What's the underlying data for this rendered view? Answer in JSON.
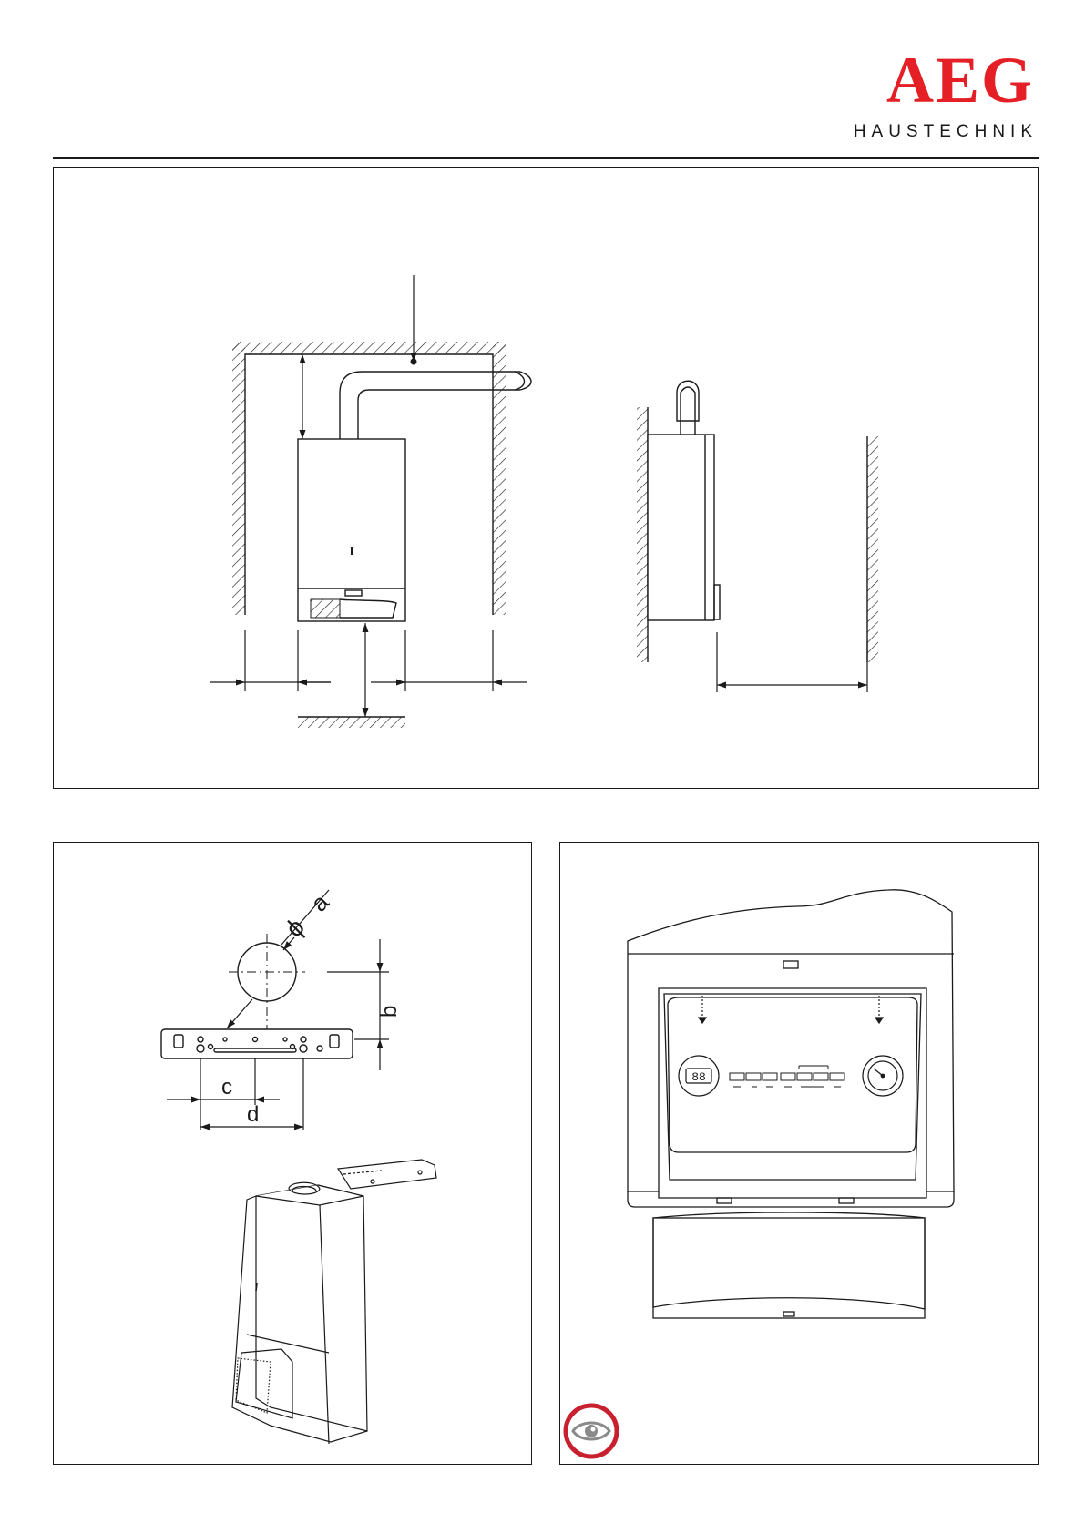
{
  "brand": {
    "logo_text": "AEG",
    "subtitle": "HAUSTECHNIK",
    "logo_color": "#e41f26"
  },
  "figure_bracket": {
    "diameter_label": "a",
    "dimension_labels": [
      "b",
      "c",
      "d"
    ]
  },
  "figure_control": {
    "display_value": "88",
    "notice_icon": "eye-icon",
    "notice_icon_color": "#c8202e"
  }
}
